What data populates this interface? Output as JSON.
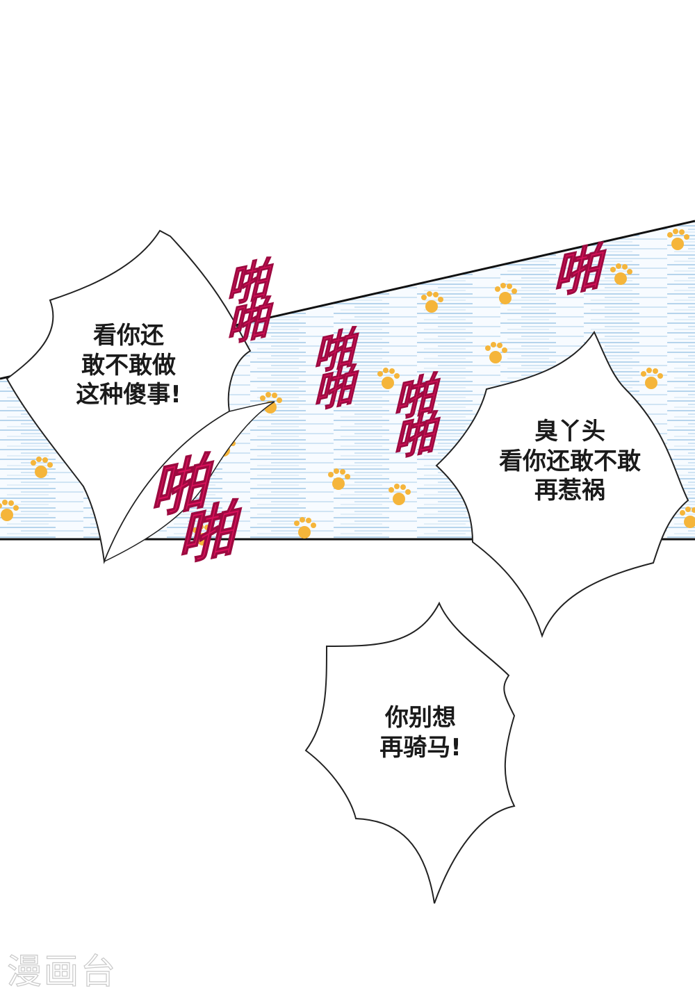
{
  "bubbles": {
    "left": {
      "lines": [
        "看你还",
        "敢不敢做",
        "这种傻事!"
      ]
    },
    "right": {
      "lines": [
        "臭丫头",
        "看你还敢不敢",
        "再惹祸"
      ]
    },
    "bottom": {
      "lines": [
        "你别想",
        "再骑马!"
      ]
    }
  },
  "sfx": {
    "text": "啪",
    "color": "#d9105a"
  },
  "watermark": "漫画台",
  "colors": {
    "speed_lines": "#7fb2d8",
    "paw_prints": "#f5b53a",
    "panel_border": "#111111"
  },
  "icons": [
    "paw-print-icon"
  ]
}
